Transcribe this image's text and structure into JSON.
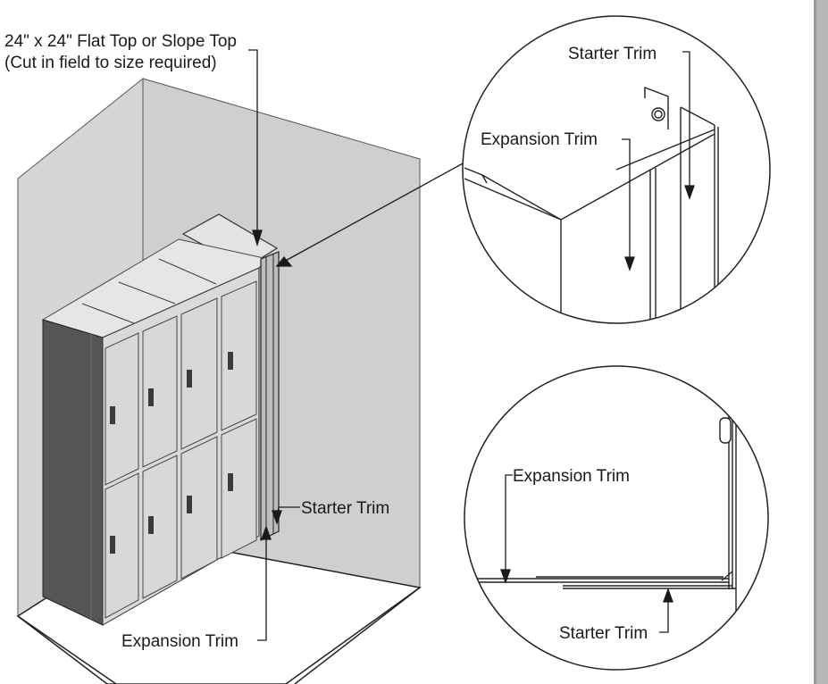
{
  "labels": {
    "top_line1": "24\" x 24\" Flat Top or Slope Top",
    "top_line2": "(Cut in field to size required)",
    "detail_top_starter": "Starter Trim",
    "detail_top_expansion": "Expansion Trim",
    "main_starter": "Starter Trim",
    "main_expansion": "Expansion Trim",
    "detail_bottom_expansion": "Expansion Trim",
    "detail_bottom_starter": "Starter Trim"
  },
  "colors": {
    "wall": "#d2d2d2",
    "wall_dark": "#c4c4c4",
    "locker_face": "#dcdcdc",
    "locker_side": "#545454",
    "locker_top": "#e8e8e8",
    "line": "#1a1a1a",
    "frame_shadow": "#b8b8b8"
  },
  "locker": {
    "columns": 4,
    "tiers": 2
  }
}
